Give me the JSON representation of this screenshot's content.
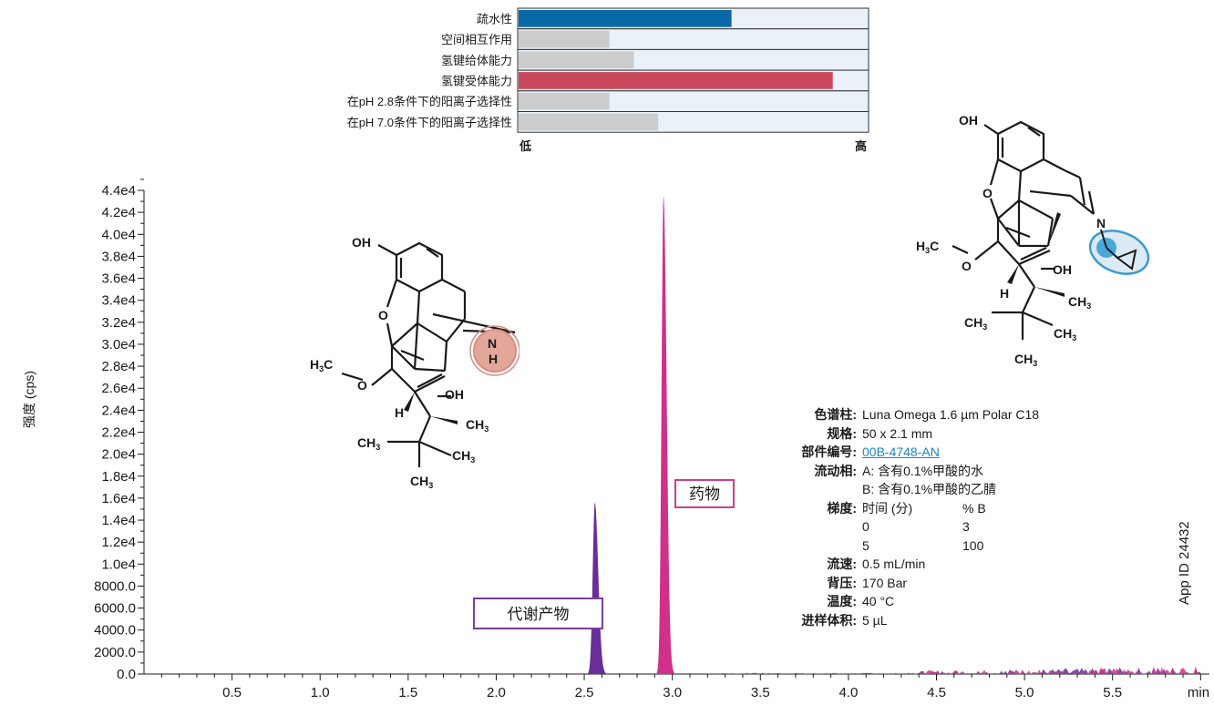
{
  "selectivity": {
    "rows": [
      {
        "label": "疏水性",
        "value": 0.61,
        "color": "#0a6aa8"
      },
      {
        "label": "空间相互作用",
        "value": 0.26,
        "color": "#cccccc"
      },
      {
        "label": "氢键给体能力",
        "value": 0.33,
        "color": "#cccccc"
      },
      {
        "label": "氢键受体能力",
        "value": 0.9,
        "color": "#c8485c"
      },
      {
        "label": "在pH 2.8条件下的阳离子选择性",
        "value": 0.26,
        "color": "#cccccc"
      },
      {
        "label": "在pH 7.0条件下的阳离子选择性",
        "value": 0.4,
        "color": "#cccccc"
      }
    ],
    "low_label": "低",
    "high_label": "高"
  },
  "chart_data": {
    "type": "line",
    "xlabel": "min",
    "ylabel": "强度 (cps)",
    "xlim": [
      0,
      6.05
    ],
    "ylim": [
      0,
      44000
    ],
    "x_ticks": [
      "0.5",
      "1.0",
      "1.5",
      "2.0",
      "2.5",
      "3.0",
      "3.5",
      "4.0",
      "4.5",
      "5.0",
      "5.5"
    ],
    "y_ticks": [
      "0.0",
      "2000.0",
      "4000.0",
      "6000.0",
      "8000.0",
      "1.0e4",
      "1.2e4",
      "1.4e4",
      "1.6e4",
      "1.8e4",
      "2.0e4",
      "2.2e4",
      "2.4e4",
      "2.6e4",
      "2.8e4",
      "3.0e4",
      "3.2e4",
      "3.4e4",
      "3.6e4",
      "3.8e4",
      "4.0e4",
      "4.2e4",
      "4.4e4"
    ],
    "series": [
      {
        "name": "代谢产物",
        "color": "#6a2e9a",
        "peak_rt": 2.56,
        "peak_height": 15600,
        "peak_width": 0.012
      },
      {
        "name": "药物",
        "color": "#d0308a",
        "peak_rt": 2.95,
        "peak_height": 43500,
        "peak_width": 0.011
      }
    ]
  },
  "peak_labels": {
    "metabolite": "代谢产物",
    "drug": "药物"
  },
  "molecules": {
    "oh": "OH",
    "o": "O",
    "n": "N",
    "h": "H",
    "ch3": "CH",
    "sub3": "3",
    "h3c": "H",
    "c": "C"
  },
  "conditions": {
    "column_label": "色谱柱:",
    "column_value": "Luna Omega 1.6 µm Polar C18",
    "dim_label": "规格:",
    "dim_value": "50 x 2.1 mm",
    "part_label": "部件编号:",
    "part_value": "00B-4748-AN",
    "mobile_label": "流动相:",
    "mobile_a": "A: 含有0.1%甲酸的水",
    "mobile_b": "B: 含有0.1%甲酸的乙腈",
    "gradient_label": "梯度:",
    "gradient_head_time": "时间 (分)",
    "gradient_head_b": "% B",
    "gradient_rows": [
      [
        "0",
        "3"
      ],
      [
        "5",
        "100"
      ]
    ],
    "flow_label": "流速:",
    "flow_value": "0.5 mL/min",
    "pressure_label": "背压:",
    "pressure_value": "170 Bar",
    "temp_label": "温度:",
    "temp_value": "40 °C",
    "inj_label": "进样体积:",
    "inj_value": "5 µL"
  },
  "app_id": "App ID 24432"
}
